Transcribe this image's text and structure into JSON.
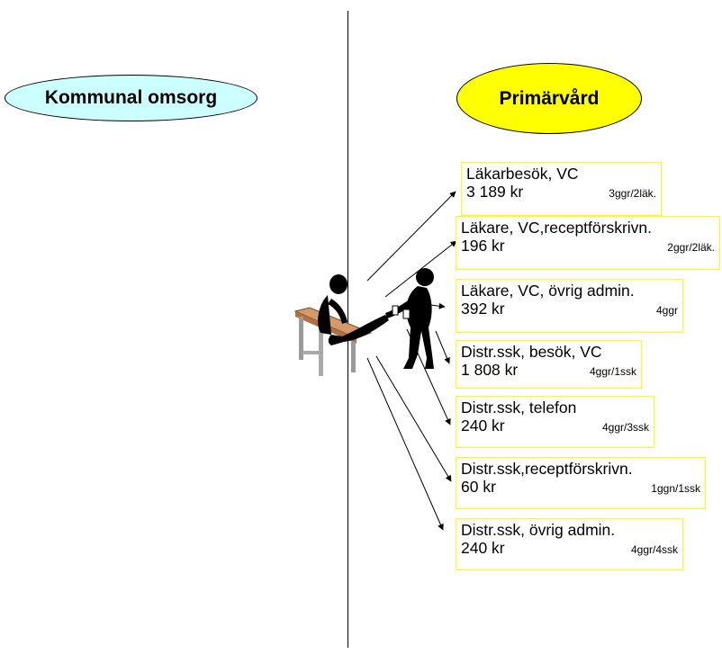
{
  "left": {
    "label": "Kommunal omsorg"
  },
  "right": {
    "label": "Primärvård"
  },
  "colors": {
    "left_ellipse": "#ccffff",
    "right_ellipse": "#ffff00",
    "box_border": "#ffff00"
  },
  "illustration": "two-people-silhouette-icon",
  "boxes": [
    {
      "title": "Läkarbesök, VC",
      "cost": "3 189 kr",
      "freq": "3ggr/2läk."
    },
    {
      "title": "Läkare, VC,receptförskrivn.",
      "cost": "196 kr",
      "freq": "2ggr/2läk."
    },
    {
      "title": "Läkare, VC, övrig admin.",
      "cost": "392 kr",
      "freq": "4ggr"
    },
    {
      "title": "Distr.ssk, besök, VC",
      "cost": "1 808 kr",
      "freq": "4ggr/1ssk"
    },
    {
      "title": "Distr.ssk, telefon",
      "cost": "240 kr",
      "freq": "4ggr/3ssk"
    },
    {
      "title": "Distr.ssk,receptförskrivn.",
      "cost": "60 kr",
      "freq": "1ggn/1ssk"
    },
    {
      "title": "Distr.ssk, övrig admin.",
      "cost": "240 kr",
      "freq": "4ggr/4ssk"
    }
  ]
}
